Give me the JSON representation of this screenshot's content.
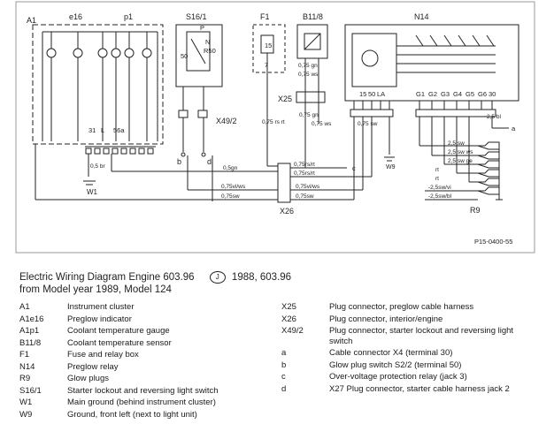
{
  "caption": {
    "line1_prefix": "Electric Wiring Diagram Engine 603.96",
    "line1_badge": "J",
    "line1_suffix": "1988, 603.96",
    "line2": "from Model year 1989, Model 124"
  },
  "diagram": {
    "component_labels": [
      "A1",
      "e16",
      "p1",
      "S16/1",
      "F1",
      "B11/8",
      "N14",
      "X49/2",
      "X25",
      "X26",
      "R9",
      "W1",
      "W9"
    ],
    "pin_labels": [
      "31",
      "L",
      "56a",
      "15",
      "50",
      "LA",
      "30",
      "G1",
      "G2",
      "G3",
      "G4",
      "G5",
      "G6",
      "P",
      "N",
      "R50",
      "50",
      "15",
      "7",
      "a",
      "b",
      "c",
      "d"
    ],
    "wire_labels": [
      "0,5gn",
      "0,75rs/rt",
      "0,75rs/rt",
      "0,75vi/ws",
      "0,75vi/ws",
      "0,75sw",
      "0,75sw",
      "-2,5sw/vi",
      "-2,5sw/bl",
      "2,5 sw",
      "2,5 sw ws",
      "2,5 sw ge",
      "rt",
      "rt",
      "2,5 bl",
      "0,5 br",
      "0,75 gn",
      "0,75 ws",
      "0,75 rs rt",
      "0,75 gn",
      "0,75 ws",
      "0,75 sw"
    ],
    "ref_code": "P15-0400-55"
  },
  "legend_left": [
    {
      "code": "A1",
      "desc": "Instrument cluster"
    },
    {
      "code": "A1e16",
      "desc": "Preglow indicator"
    },
    {
      "code": "A1p1",
      "desc": "Coolant temperature gauge"
    },
    {
      "code": "B11/8",
      "desc": "Coolant temperature sensor"
    },
    {
      "code": "F1",
      "desc": "Fuse and relay box"
    },
    {
      "code": "N14",
      "desc": "Preglow relay"
    },
    {
      "code": "R9",
      "desc": "Glow plugs"
    },
    {
      "code": "S16/1",
      "desc": "Starter lockout and reversing light switch"
    },
    {
      "code": "W1",
      "desc": "Main ground (behind instrument cluster)"
    },
    {
      "code": "W9",
      "desc": "Ground, front left (next to light unit)"
    }
  ],
  "legend_right": [
    {
      "code": "X25",
      "desc": "Plug connector, preglow cable harness"
    },
    {
      "code": "X26",
      "desc": "Plug connector, interior/engine"
    },
    {
      "code": "X49/2",
      "desc": "Plug connector, starter lockout and reversing light switch"
    },
    {
      "code": "a",
      "desc": "Cable connector X4 (terminal 30)"
    },
    {
      "code": "b",
      "desc": "Glow plug switch S2/2 (terminal 50)"
    },
    {
      "code": "c",
      "desc": "Over-voltage protection relay (jack 3)"
    },
    {
      "code": "d",
      "desc": "X27 Plug connector, starter cable harness jack 2"
    }
  ]
}
